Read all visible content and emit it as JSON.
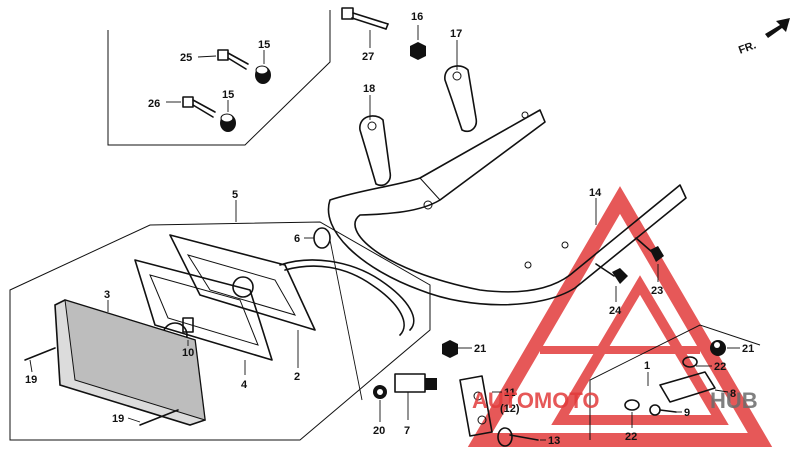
{
  "orientation_label": "FR.",
  "watermark": {
    "brand_part1": "AUTOMOTO",
    "brand_part2": "HUB",
    "color_primary": "#e23b3b",
    "color_secondary": "#6b6b6b"
  },
  "callouts": [
    {
      "id": "c25",
      "text": "25"
    },
    {
      "id": "c15a",
      "text": "15"
    },
    {
      "id": "c26",
      "text": "26"
    },
    {
      "id": "c15b",
      "text": "15"
    },
    {
      "id": "c27",
      "text": "27"
    },
    {
      "id": "c16",
      "text": "16"
    },
    {
      "id": "c17",
      "text": "17"
    },
    {
      "id": "c18",
      "text": "18"
    },
    {
      "id": "c14",
      "text": "14"
    },
    {
      "id": "c5",
      "text": "5"
    },
    {
      "id": "c6",
      "text": "6"
    },
    {
      "id": "c3",
      "text": "3"
    },
    {
      "id": "c10",
      "text": "10"
    },
    {
      "id": "c4",
      "text": "4"
    },
    {
      "id": "c2",
      "text": "2"
    },
    {
      "id": "c19a",
      "text": "19"
    },
    {
      "id": "c19b",
      "text": "19"
    },
    {
      "id": "c24",
      "text": "24"
    },
    {
      "id": "c23",
      "text": "23"
    },
    {
      "id": "c21a",
      "text": "21"
    },
    {
      "id": "c21b",
      "text": "21"
    },
    {
      "id": "c22a",
      "text": "22"
    },
    {
      "id": "c22b",
      "text": "22"
    },
    {
      "id": "c8",
      "text": "8"
    },
    {
      "id": "c9",
      "text": "9"
    },
    {
      "id": "c1",
      "text": "1"
    },
    {
      "id": "c11",
      "text": "11"
    },
    {
      "id": "c12",
      "text": "(12)"
    },
    {
      "id": "c20",
      "text": "20"
    },
    {
      "id": "c7",
      "text": "7"
    },
    {
      "id": "c13",
      "text": "13"
    }
  ]
}
